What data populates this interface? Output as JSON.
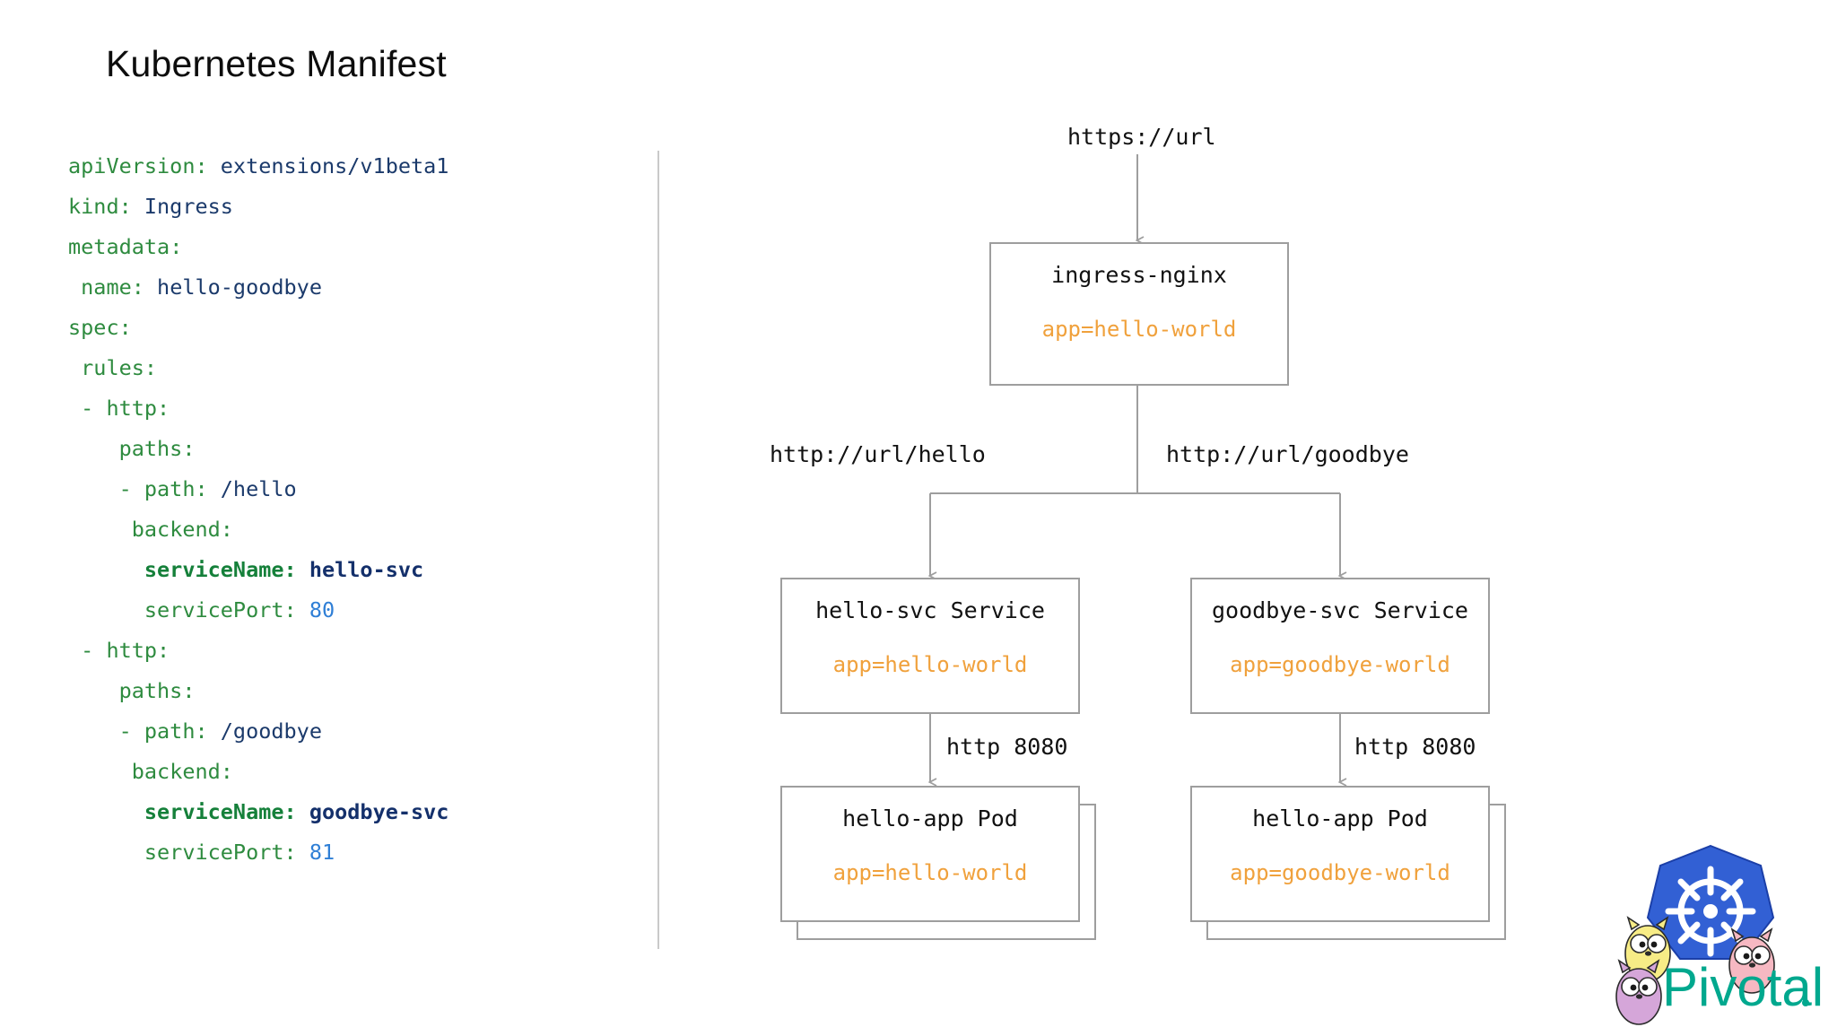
{
  "slide": {
    "title": "Kubernetes Manifest",
    "background": "#ffffff"
  },
  "colors": {
    "yaml_key": "#2e8b3f",
    "yaml_value": "#1b3a6b",
    "yaml_number": "#2f7fd6",
    "node_border": "#9e9e9e",
    "node_label": "#f0a13c",
    "edge": "#9e9e9e",
    "divider": "#c9c9c9",
    "k8s_blue": "#3260d4",
    "pivotal_green": "#00a88e"
  },
  "manifest": {
    "language": "yaml",
    "lines": [
      {
        "indent": 0,
        "key": "apiVersion",
        "sep": ": ",
        "value": "extensions/v1beta1",
        "kind": "string"
      },
      {
        "indent": 0,
        "key": "kind",
        "sep": ": ",
        "value": "Ingress",
        "kind": "string"
      },
      {
        "indent": 0,
        "key": "metadata",
        "sep": ":",
        "value": "",
        "kind": "map"
      },
      {
        "indent": 1,
        "key": "name",
        "sep": ": ",
        "value": "hello-goodbye",
        "kind": "string"
      },
      {
        "indent": 0,
        "key": "spec",
        "sep": ":",
        "value": "",
        "kind": "map"
      },
      {
        "indent": 1,
        "key": "rules",
        "sep": ":",
        "value": "",
        "kind": "map"
      },
      {
        "indent": 1,
        "dash": "- ",
        "key": "http",
        "sep": ":",
        "value": "",
        "kind": "map"
      },
      {
        "indent": 4,
        "key": "paths",
        "sep": ":",
        "value": "",
        "kind": "map"
      },
      {
        "indent": 4,
        "dash": "- ",
        "key": "path",
        "sep": ": ",
        "value": "/hello",
        "kind": "string"
      },
      {
        "indent": 5,
        "key": "backend",
        "sep": ":",
        "value": "",
        "kind": "map"
      },
      {
        "indent": 6,
        "key": "serviceName",
        "sep": ": ",
        "value": "hello-svc",
        "kind": "string",
        "bold": true
      },
      {
        "indent": 6,
        "key": "servicePort",
        "sep": ": ",
        "value": "80",
        "kind": "number"
      },
      {
        "indent": 1,
        "dash": "- ",
        "key": "http",
        "sep": ":",
        "value": "",
        "kind": "map"
      },
      {
        "indent": 4,
        "key": "paths",
        "sep": ":",
        "value": "",
        "kind": "map"
      },
      {
        "indent": 4,
        "dash": "- ",
        "key": "path",
        "sep": ": ",
        "value": "/goodbye",
        "kind": "string"
      },
      {
        "indent": 5,
        "key": "backend",
        "sep": ":",
        "value": "",
        "kind": "map"
      },
      {
        "indent": 6,
        "key": "serviceName",
        "sep": ": ",
        "value": "goodbye-svc",
        "kind": "string",
        "bold": true
      },
      {
        "indent": 6,
        "key": "servicePort",
        "sep": ": ",
        "value": "81",
        "kind": "number"
      }
    ]
  },
  "diagram": {
    "entry_label": "https://url",
    "nodes": {
      "ingress": {
        "title": "ingress-nginx",
        "label": "app=hello-world"
      },
      "hello_svc": {
        "title": "hello-svc Service",
        "label": "app=hello-world"
      },
      "goodbye_svc": {
        "title": "goodbye-svc Service",
        "label": "app=goodbye-world"
      },
      "hello_pod": {
        "title": "hello-app Pod",
        "label": "app=hello-world"
      },
      "goodbye_pod": {
        "title": "hello-app Pod",
        "label": "app=goodbye-world"
      }
    },
    "edges": {
      "hello_route": "http://url/hello",
      "goodbye_route": "http://url/goodbye",
      "hello_port": "http 8080",
      "goodbye_port": "http 8080"
    }
  },
  "logo": {
    "wordmark": "Pivotal",
    "icons": [
      "kubernetes-helm-icon",
      "gopher-yellow-icon",
      "gopher-purple-icon",
      "gopher-pink-icon"
    ]
  }
}
